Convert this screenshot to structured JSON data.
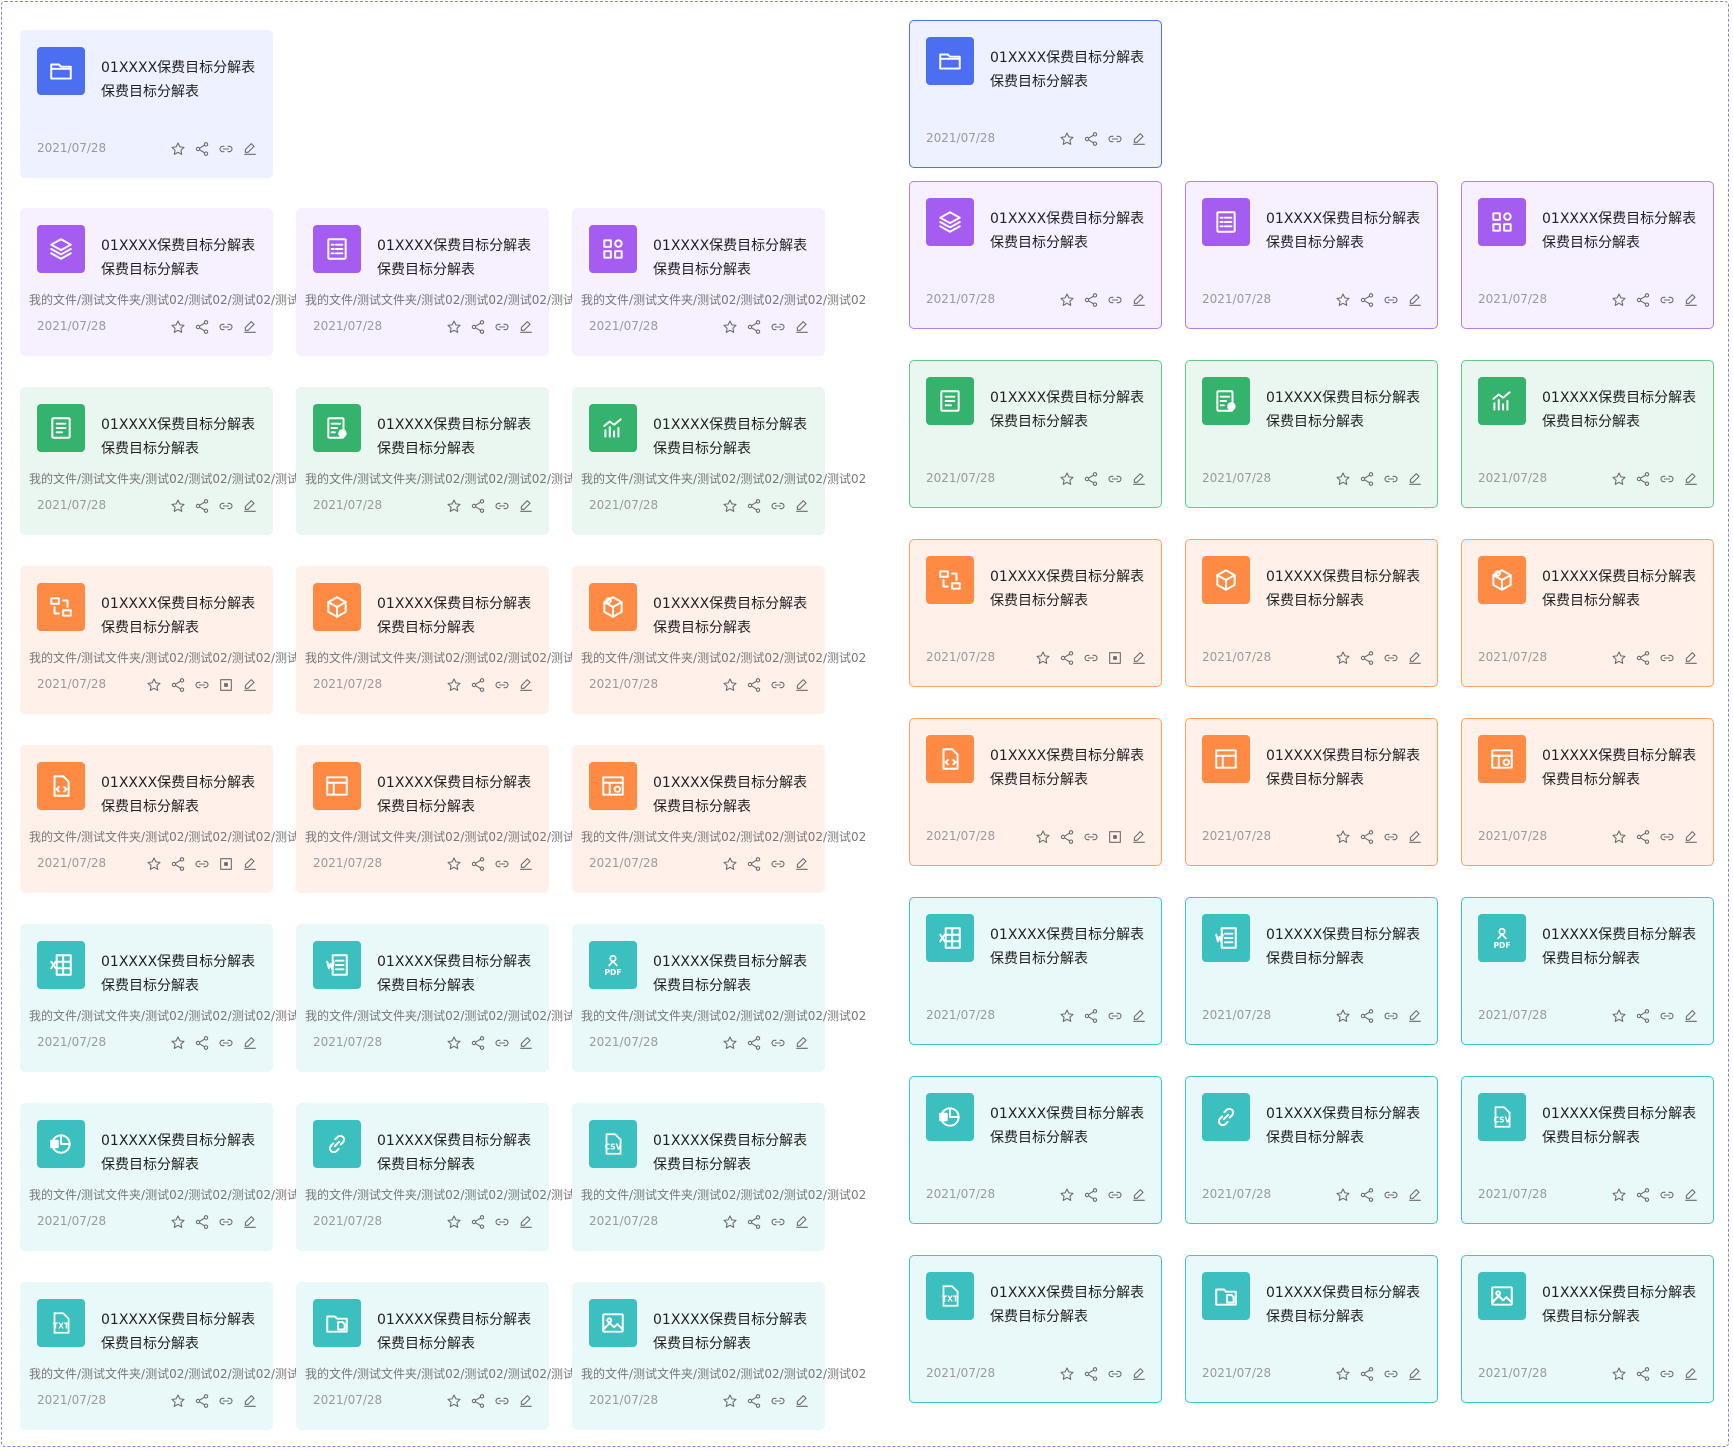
{
  "colors": {
    "blue": "#4c6ef0",
    "purple": "#a55cf0",
    "green": "#35b36c",
    "orange": "#ff8a44",
    "cyan": "#3bbfbf",
    "frame": "#8b7fe0"
  },
  "common": {
    "title_line1": "01XXXX保费目标分解表",
    "title_line2": "保费目标分解表",
    "path": "我的文件/测试文件夹/测试02/测试02/测试02/测试02",
    "date": "2021/07/28"
  },
  "left_cards": [
    {
      "color": "blue",
      "icon": "folder-icon",
      "show_path": false,
      "actions": [
        "star-icon",
        "share-icon",
        "link-icon",
        "edit-icon"
      ]
    },
    {
      "color": "purple",
      "icon": "layers-icon",
      "show_path": true,
      "actions": [
        "star-icon",
        "share-icon",
        "link-icon",
        "edit-icon"
      ]
    },
    {
      "color": "purple",
      "icon": "form-icon",
      "show_path": true,
      "actions": [
        "star-icon",
        "share-icon",
        "link-icon",
        "edit-icon"
      ]
    },
    {
      "color": "purple",
      "icon": "apps-icon",
      "show_path": true,
      "actions": [
        "star-icon",
        "share-icon",
        "link-icon",
        "edit-icon"
      ]
    },
    {
      "color": "green",
      "icon": "list-doc-icon",
      "show_path": true,
      "actions": [
        "star-icon",
        "share-icon",
        "link-icon",
        "edit-icon"
      ]
    },
    {
      "color": "green",
      "icon": "report-icon",
      "show_path": true,
      "actions": [
        "star-icon",
        "share-icon",
        "link-icon",
        "edit-icon"
      ]
    },
    {
      "color": "green",
      "icon": "chart-icon",
      "show_path": true,
      "actions": [
        "star-icon",
        "share-icon",
        "link-icon",
        "edit-icon"
      ]
    },
    {
      "color": "orange",
      "icon": "flow-icon",
      "show_path": true,
      "actions": [
        "star-icon",
        "share-icon",
        "link-icon",
        "window-icon",
        "edit-icon"
      ]
    },
    {
      "color": "orange",
      "icon": "cube-icon",
      "show_path": true,
      "actions": [
        "star-icon",
        "share-icon",
        "link-icon",
        "edit-icon"
      ]
    },
    {
      "color": "orange",
      "icon": "cube-settings-icon",
      "show_path": true,
      "actions": [
        "star-icon",
        "share-icon",
        "link-icon",
        "edit-icon"
      ]
    },
    {
      "color": "orange",
      "icon": "code-file-icon",
      "show_path": true,
      "actions": [
        "star-icon",
        "share-icon",
        "link-icon",
        "window-icon",
        "edit-icon"
      ]
    },
    {
      "color": "orange",
      "icon": "table-icon",
      "show_path": true,
      "actions": [
        "star-icon",
        "share-icon",
        "link-icon",
        "edit-icon"
      ]
    },
    {
      "color": "orange",
      "icon": "table-settings-icon",
      "show_path": true,
      "actions": [
        "star-icon",
        "share-icon",
        "link-icon",
        "edit-icon"
      ]
    },
    {
      "color": "cyan",
      "icon": "excel-icon",
      "show_path": true,
      "actions": [
        "star-icon",
        "share-icon",
        "link-icon",
        "edit-icon"
      ]
    },
    {
      "color": "cyan",
      "icon": "word-icon",
      "show_path": true,
      "actions": [
        "star-icon",
        "share-icon",
        "link-icon",
        "edit-icon"
      ]
    },
    {
      "color": "cyan",
      "icon": "pdf-icon",
      "show_path": true,
      "actions": [
        "star-icon",
        "share-icon",
        "link-icon",
        "edit-icon"
      ]
    },
    {
      "color": "cyan",
      "icon": "ppt-icon",
      "show_path": true,
      "actions": [
        "star-icon",
        "share-icon",
        "link-icon",
        "edit-icon"
      ]
    },
    {
      "color": "cyan",
      "icon": "chain-link-icon",
      "show_path": true,
      "actions": [
        "star-icon",
        "share-icon",
        "link-icon",
        "edit-icon"
      ]
    },
    {
      "color": "cyan",
      "icon": "csv-icon",
      "show_path": true,
      "actions": [
        "star-icon",
        "share-icon",
        "link-icon",
        "edit-icon"
      ]
    },
    {
      "color": "cyan",
      "icon": "txt-icon",
      "show_path": true,
      "actions": [
        "star-icon",
        "share-icon",
        "link-icon",
        "edit-icon"
      ]
    },
    {
      "color": "cyan",
      "icon": "folder-file-icon",
      "show_path": true,
      "actions": [
        "star-icon",
        "share-icon",
        "link-icon",
        "edit-icon"
      ]
    },
    {
      "color": "cyan",
      "icon": "image-icon",
      "show_path": true,
      "actions": [
        "star-icon",
        "share-icon",
        "link-icon",
        "edit-icon"
      ]
    }
  ],
  "right_cards": [
    {
      "color": "blue",
      "icon": "folder-icon",
      "show_path": false,
      "actions": [
        "star-icon",
        "share-icon",
        "link-icon",
        "edit-icon"
      ]
    },
    {
      "color": "purple",
      "icon": "layers-icon",
      "show_path": false,
      "actions": [
        "star-icon",
        "share-icon",
        "link-icon",
        "edit-icon"
      ]
    },
    {
      "color": "purple",
      "icon": "form-icon",
      "show_path": false,
      "actions": [
        "star-icon",
        "share-icon",
        "link-icon",
        "edit-icon"
      ]
    },
    {
      "color": "purple",
      "icon": "apps-icon",
      "show_path": false,
      "actions": [
        "star-icon",
        "share-icon",
        "link-icon",
        "edit-icon"
      ]
    },
    {
      "color": "green",
      "icon": "list-doc-icon",
      "show_path": false,
      "actions": [
        "star-icon",
        "share-icon",
        "link-icon",
        "edit-icon"
      ]
    },
    {
      "color": "green",
      "icon": "report-icon",
      "show_path": false,
      "actions": [
        "star-icon",
        "share-icon",
        "link-icon",
        "edit-icon"
      ]
    },
    {
      "color": "green",
      "icon": "chart-icon",
      "show_path": false,
      "actions": [
        "star-icon",
        "share-icon",
        "link-icon",
        "edit-icon"
      ]
    },
    {
      "color": "orange",
      "icon": "flow-icon",
      "show_path": false,
      "actions": [
        "star-icon",
        "share-icon",
        "link-icon",
        "window-icon",
        "edit-icon"
      ]
    },
    {
      "color": "orange",
      "icon": "cube-icon",
      "show_path": false,
      "actions": [
        "star-icon",
        "share-icon",
        "link-icon",
        "edit-icon"
      ]
    },
    {
      "color": "orange",
      "icon": "cube-settings-icon",
      "show_path": false,
      "actions": [
        "star-icon",
        "share-icon",
        "link-icon",
        "edit-icon"
      ]
    },
    {
      "color": "orange",
      "icon": "code-file-icon",
      "show_path": false,
      "actions": [
        "star-icon",
        "share-icon",
        "link-icon",
        "window-icon",
        "edit-icon"
      ]
    },
    {
      "color": "orange",
      "icon": "table-icon",
      "show_path": false,
      "actions": [
        "star-icon",
        "share-icon",
        "link-icon",
        "edit-icon"
      ]
    },
    {
      "color": "orange",
      "icon": "table-settings-icon",
      "show_path": false,
      "actions": [
        "star-icon",
        "share-icon",
        "link-icon",
        "edit-icon"
      ]
    },
    {
      "color": "cyan",
      "icon": "excel-icon",
      "show_path": false,
      "actions": [
        "star-icon",
        "share-icon",
        "link-icon",
        "edit-icon"
      ]
    },
    {
      "color": "cyan",
      "icon": "word-icon",
      "show_path": false,
      "actions": [
        "star-icon",
        "share-icon",
        "link-icon",
        "edit-icon"
      ]
    },
    {
      "color": "cyan",
      "icon": "pdf-icon",
      "show_path": false,
      "actions": [
        "star-icon",
        "share-icon",
        "link-icon",
        "edit-icon"
      ]
    },
    {
      "color": "cyan",
      "icon": "ppt-icon",
      "show_path": false,
      "actions": [
        "star-icon",
        "share-icon",
        "link-icon",
        "edit-icon"
      ]
    },
    {
      "color": "cyan",
      "icon": "chain-link-icon",
      "show_path": false,
      "actions": [
        "star-icon",
        "share-icon",
        "link-icon",
        "edit-icon"
      ]
    },
    {
      "color": "cyan",
      "icon": "csv-icon",
      "show_path": false,
      "actions": [
        "star-icon",
        "share-icon",
        "link-icon",
        "edit-icon"
      ]
    },
    {
      "color": "cyan",
      "icon": "txt-icon",
      "show_path": false,
      "actions": [
        "star-icon",
        "share-icon",
        "link-icon",
        "edit-icon"
      ]
    },
    {
      "color": "cyan",
      "icon": "folder-file-icon",
      "show_path": false,
      "actions": [
        "star-icon",
        "share-icon",
        "link-icon",
        "edit-icon"
      ]
    },
    {
      "color": "cyan",
      "icon": "image-icon",
      "show_path": false,
      "actions": [
        "star-icon",
        "share-icon",
        "link-icon",
        "edit-icon"
      ]
    }
  ]
}
